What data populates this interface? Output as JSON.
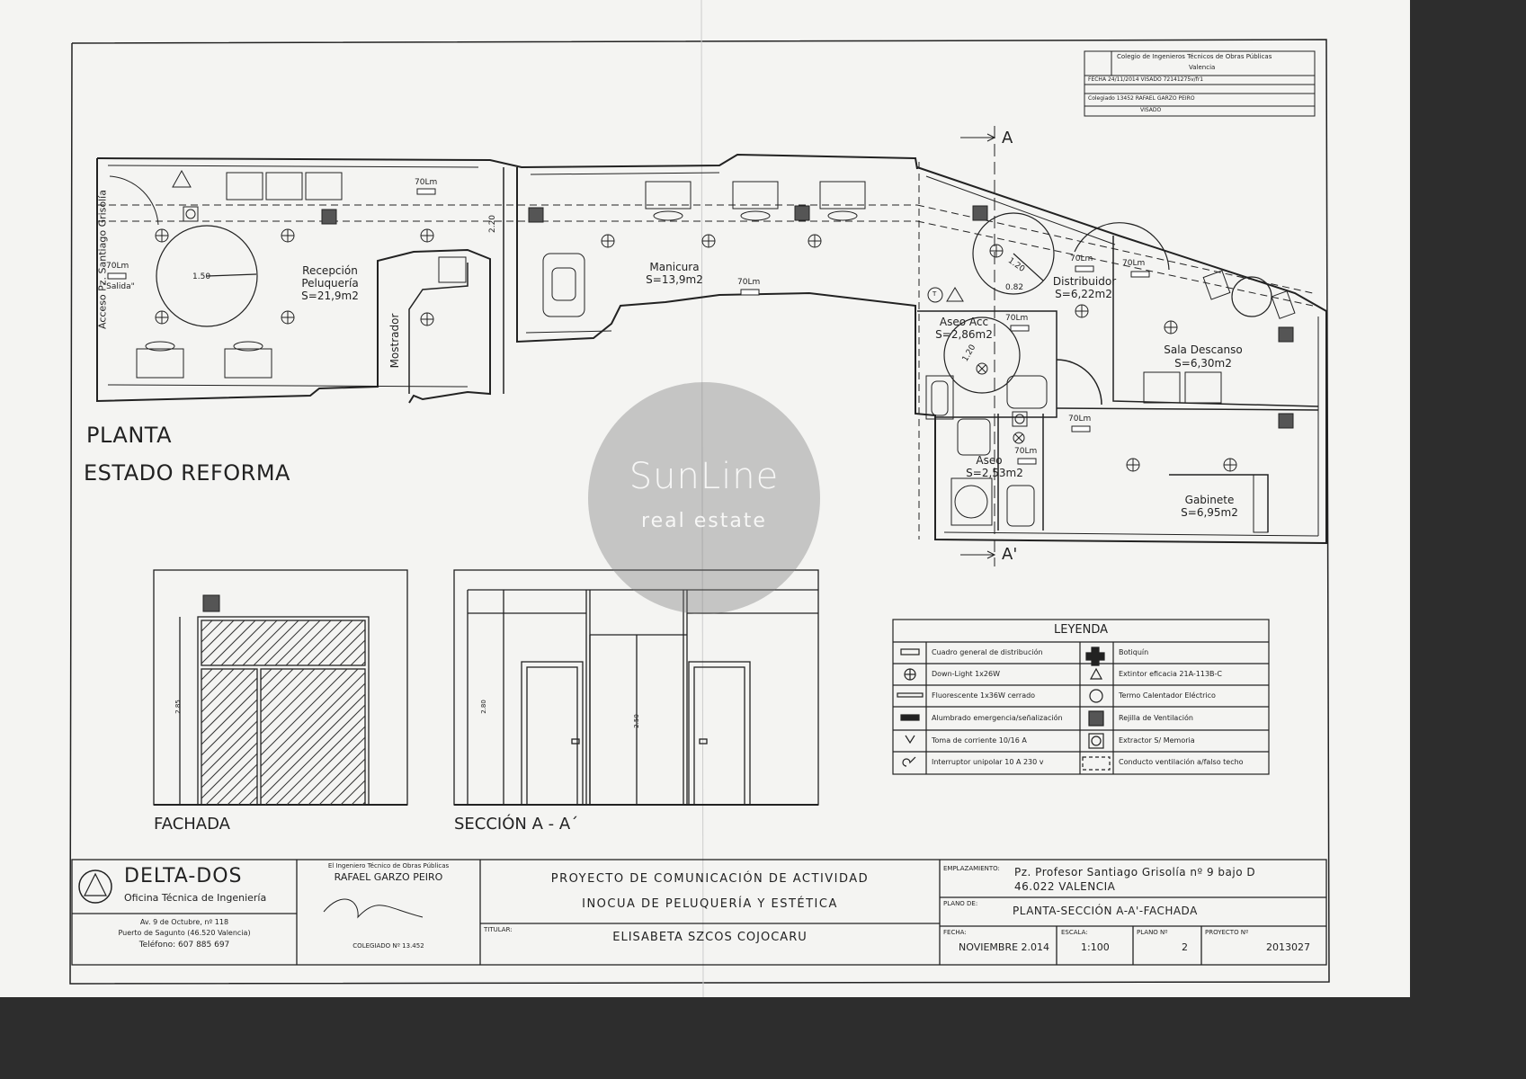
{
  "plan_title": {
    "line1": "PLANTA",
    "line2": "ESTADO REFORMA"
  },
  "access_label": "Acceso Pz. Santiago Grisolía",
  "rooms": [
    {
      "id": "recepcion",
      "name": "Recepción Peluquería",
      "name_l1": "Recepción",
      "name_l2": "Peluquería",
      "area": "S=21,9m2"
    },
    {
      "id": "manicura",
      "name": "Manicura",
      "area": "S=13,9m2"
    },
    {
      "id": "distribuidor",
      "name": "Distribuidor",
      "area": "S=6,22m2"
    },
    {
      "id": "aseo-acc",
      "name": "Aseo Acc",
      "area": "S=2,86m2"
    },
    {
      "id": "sala-descanso",
      "name": "Sala Descanso",
      "area": "S=6,30m2"
    },
    {
      "id": "aseo",
      "name": "Aseo",
      "area": "S=2,53m2"
    },
    {
      "id": "gabinete",
      "name": "Gabinete",
      "area": "S=6,95m2"
    }
  ],
  "annotations": {
    "mostrador": "Mostrador",
    "salida": "\"Salida\"",
    "lum70": "70Lm",
    "dim_150": "1.50",
    "dim_120": "1.20",
    "dim_082": "0.82",
    "dim_220": "2.20",
    "dim_285": "2.85",
    "dim_280": "2.80",
    "dim_250": "2.50",
    "section_a": "A",
    "section_a2": "A'",
    "t_symbol": "T"
  },
  "stamp": {
    "line1": "Colegio de Ingenieros Técnicos de Obras Públicas",
    "line2": "Valencia",
    "fecha": "FECHA  24/11/2014  VISADO  72141275v/fr1",
    "colegiado": "Colegiado  13452 RAFAEL GARZO PEIRO",
    "visado": "VISADO"
  },
  "views": {
    "fachada": "FACHADA",
    "seccion": "SECCIÓN A - A´"
  },
  "legend": {
    "title": "LEYENDA",
    "left": [
      "Cuadro general de distribución",
      "Down-Light 1x26W",
      "Fluorescente 1x36W cerrado",
      "Alumbrado emergencia/señalización",
      "Toma de corriente 10/16 A",
      "Interruptor unipolar 10 A 230 v"
    ],
    "right": [
      "Botiquín",
      "Extintor eficacia 21A-113B-C",
      "Termo Calentador Eléctrico",
      "Rejilla de Ventilación",
      "Extractor S/ Memoria",
      "Conducto ventilación a/falso techo"
    ]
  },
  "title_block": {
    "company": "DELTA-DOS",
    "company_sub": "Oficina Técnica de Ingeniería",
    "address1": "Av. 9 de Octubre, nº 118",
    "address2": "Puerto de Sagunto (46.520 Valencia)",
    "phone": "Teléfono: 607 885 697",
    "engineer_role": "El Ingeniero Técnico de Obras Públicas",
    "engineer_name": "RAFAEL GARZO PEIRO",
    "colegiado": "COLEGIADO Nº 13.452",
    "project1": "PROYECTO DE COMUNICACIÓN DE ACTIVIDAD",
    "project2": "INOCUA DE PELUQUERÍA Y ESTÉTICA",
    "titular_label": "TITULAR:",
    "titular": "ELISABETA   SZCOS     COJOCARU",
    "emplazamiento_label": "EMPLAZAMIENTO:",
    "emplazamiento1": "Pz. Profesor Santiago Grisolía nº 9 bajo D",
    "emplazamiento2": "46.022  VALENCIA",
    "plano_label": "PLANO DE:",
    "plano": "PLANTA-SECCIÓN A-A'-FACHADA",
    "fecha_label": "FECHA:",
    "fecha": "NOVIEMBRE 2.014",
    "escala_label": "ESCALA:",
    "escala": "1:100",
    "plano_n_label": "PLANO Nº",
    "plano_n": "2",
    "proyecto_label": "PROYECTO Nº",
    "proyecto": "2013027"
  },
  "watermark": {
    "brand": "SunLine",
    "sub": "real estate"
  }
}
